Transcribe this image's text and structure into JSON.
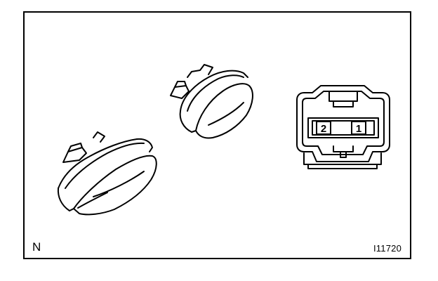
{
  "figure": {
    "view_code": "N",
    "figure_id": "I11720"
  },
  "connector": {
    "pins": [
      {
        "label": "2"
      },
      {
        "label": "1"
      }
    ]
  },
  "colors": {
    "line": "#000000",
    "background": "#ffffff"
  },
  "icons": [
    "license-plate-lamp-drawing",
    "lamp-connector-drawing"
  ]
}
